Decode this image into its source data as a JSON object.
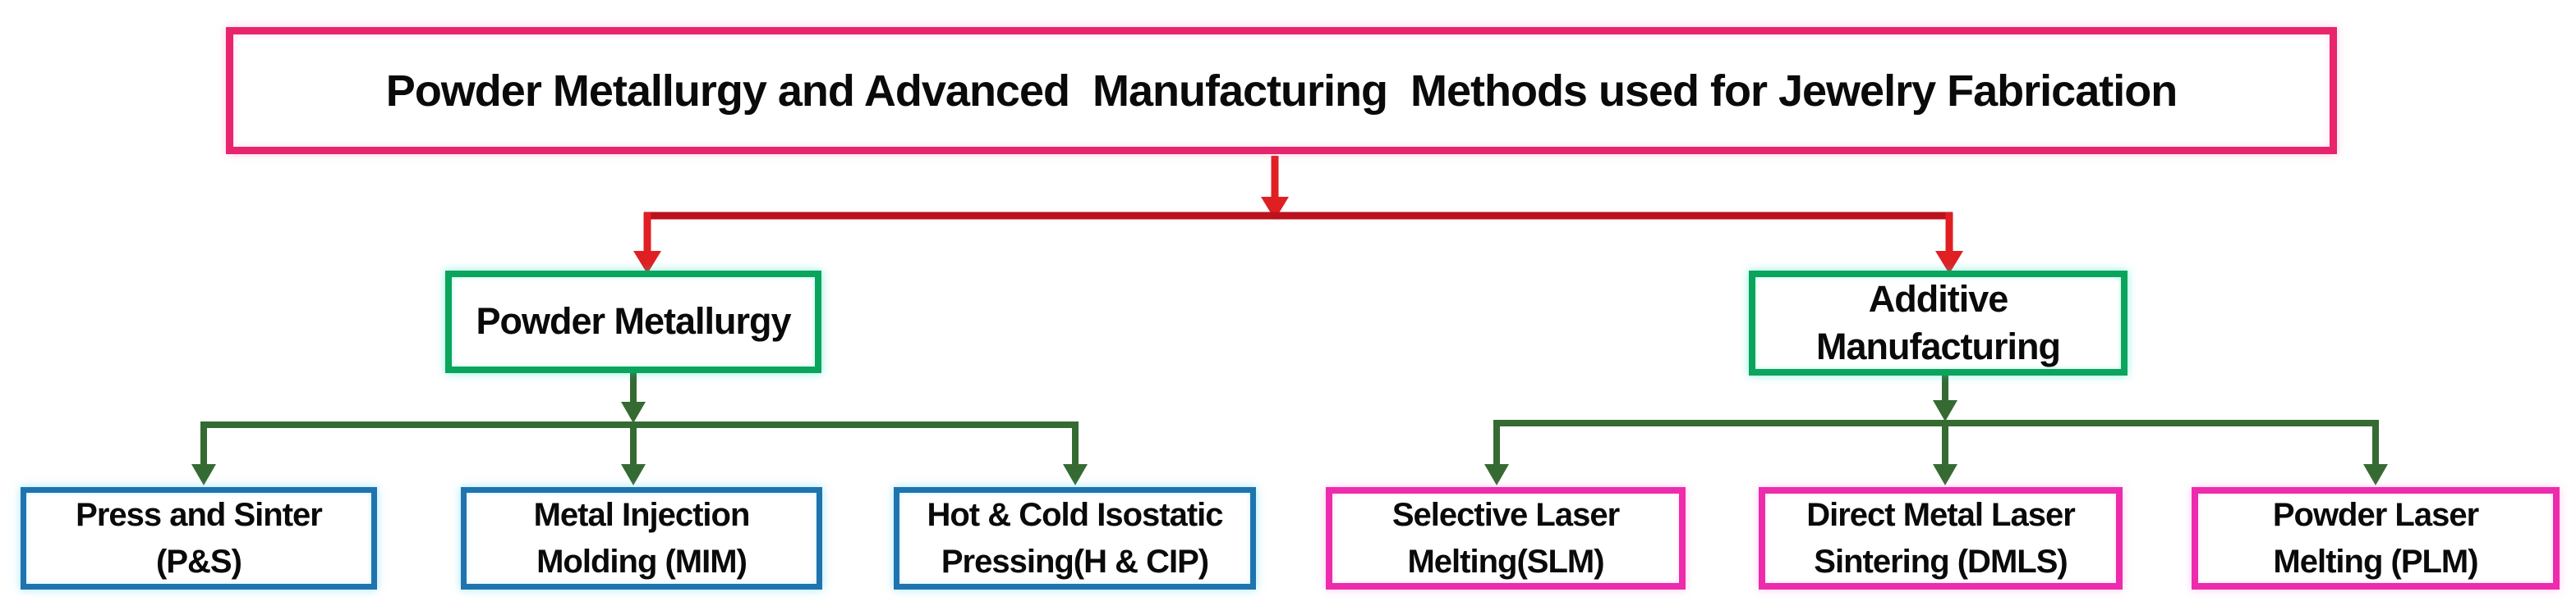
{
  "diagram": {
    "title": "Powder Metallurgy and Advanced  Manufacturing  Methods used for Jewelry Fabrication"
  },
  "nodes": {
    "powder_metallurgy": {
      "lines": [
        "Powder Metallurgy"
      ]
    },
    "additive_manufacturing": {
      "lines": [
        "Additive",
        "Manufacturing"
      ]
    },
    "press_sinter": {
      "lines": [
        "Press and Sinter",
        "(P&S)"
      ]
    },
    "metal_injection_molding": {
      "lines": [
        "Metal Injection",
        "Molding (MIM)"
      ]
    },
    "hot_cold_isostatic": {
      "lines": [
        "Hot & Cold Isostatic",
        "Pressing(H & CIP)"
      ]
    },
    "selective_laser_melting": {
      "lines": [
        "Selective Laser",
        "Melting(SLM)"
      ]
    },
    "direct_metal_laser_sintering": {
      "lines": [
        "Direct Metal Laser",
        "Sintering (DMLS)"
      ]
    },
    "powder_laser_melting": {
      "lines": [
        "Powder Laser",
        "Melting (PLM)"
      ]
    }
  },
  "colors": {
    "title_border": "#e8246d",
    "branch_border_green": "#0ba45c",
    "leaf_border_blue": "#1f74ae",
    "leaf_border_magenta": "#ee2bac",
    "connector_red_bright": "#e01f23",
    "connector_red_dark": "#bb121e",
    "connector_green_dark": "#356b33",
    "text": "#0a0a0a",
    "background": "#ffffff"
  }
}
